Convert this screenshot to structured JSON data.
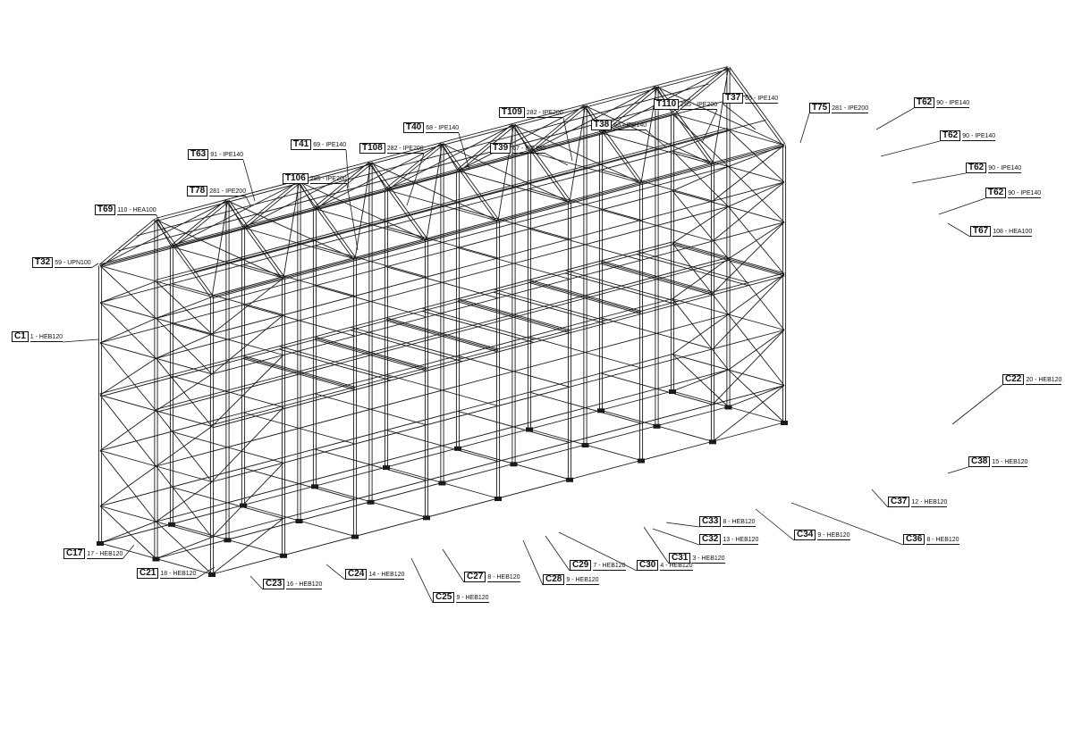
{
  "drawing": {
    "line_color": "#1a1a1a",
    "background": "#ffffff",
    "labels": [
      {
        "id": "T62a",
        "code": "T62",
        "desc": "90 - IPE140"
      },
      {
        "id": "T62b",
        "code": "T62",
        "desc": "90 - IPE140"
      },
      {
        "id": "T62c",
        "code": "T62",
        "desc": "90 - IPE140"
      },
      {
        "id": "T62d",
        "code": "T62",
        "desc": "90 - IPE140"
      },
      {
        "id": "T37",
        "code": "T37",
        "desc": "65 - IPE140"
      },
      {
        "id": "T110",
        "code": "T110",
        "desc": "285 - IPE200"
      },
      {
        "id": "T75",
        "code": "T75",
        "desc": "281 - IPE200"
      },
      {
        "id": "T109",
        "code": "T109",
        "desc": "282 - IPE200"
      },
      {
        "id": "T38",
        "code": "T38",
        "desc": "66 - IPE140"
      },
      {
        "id": "T40",
        "code": "T40",
        "desc": "68 - IPE140"
      },
      {
        "id": "T39",
        "code": "T39",
        "desc": "67 - IPE140"
      },
      {
        "id": "T41",
        "code": "T41",
        "desc": "69 - IPE140"
      },
      {
        "id": "T108",
        "code": "T108",
        "desc": "282 - IPE200"
      },
      {
        "id": "T63",
        "code": "T63",
        "desc": "91 - IPE140"
      },
      {
        "id": "T106",
        "code": "T106",
        "desc": "285 - IPE200"
      },
      {
        "id": "T78",
        "code": "T78",
        "desc": "281 - IPE200"
      },
      {
        "id": "T69",
        "code": "T69",
        "desc": "110 - HEA100"
      },
      {
        "id": "T67",
        "code": "T67",
        "desc": "108 - HEA100"
      },
      {
        "id": "T32",
        "code": "T32",
        "desc": "59 - UPN100"
      },
      {
        "id": "C1",
        "code": "C1",
        "desc": "1 - HEB120"
      },
      {
        "id": "C22",
        "code": "C22",
        "desc": "20 - HEB120"
      },
      {
        "id": "C38",
        "code": "C38",
        "desc": "15 - HEB120"
      },
      {
        "id": "C37",
        "code": "C37",
        "desc": "12 - HEB120"
      },
      {
        "id": "C36",
        "code": "C36",
        "desc": "8 - HEB120"
      },
      {
        "id": "C34",
        "code": "C34",
        "desc": "9 - HEB120"
      },
      {
        "id": "C33",
        "code": "C33",
        "desc": "8 - HEB120"
      },
      {
        "id": "C32",
        "code": "C32",
        "desc": "13 - HEB120"
      },
      {
        "id": "C31",
        "code": "C31",
        "desc": "3 - HEB120"
      },
      {
        "id": "C30",
        "code": "C30",
        "desc": "4 - HEB120"
      },
      {
        "id": "C29",
        "code": "C29",
        "desc": "7 - HEB120"
      },
      {
        "id": "C28",
        "code": "C28",
        "desc": "9 - HEB120"
      },
      {
        "id": "C27",
        "code": "C27",
        "desc": "8 - HEB120"
      },
      {
        "id": "C25",
        "code": "C25",
        "desc": "9 - HEB120"
      },
      {
        "id": "C24",
        "code": "C24",
        "desc": "14 - HEB120"
      },
      {
        "id": "C23",
        "code": "C23",
        "desc": "16 - HEB120"
      },
      {
        "id": "C21",
        "code": "C21",
        "desc": "18 - HEB120"
      },
      {
        "id": "C17",
        "code": "C17",
        "desc": "17 - HEB120"
      }
    ]
  }
}
